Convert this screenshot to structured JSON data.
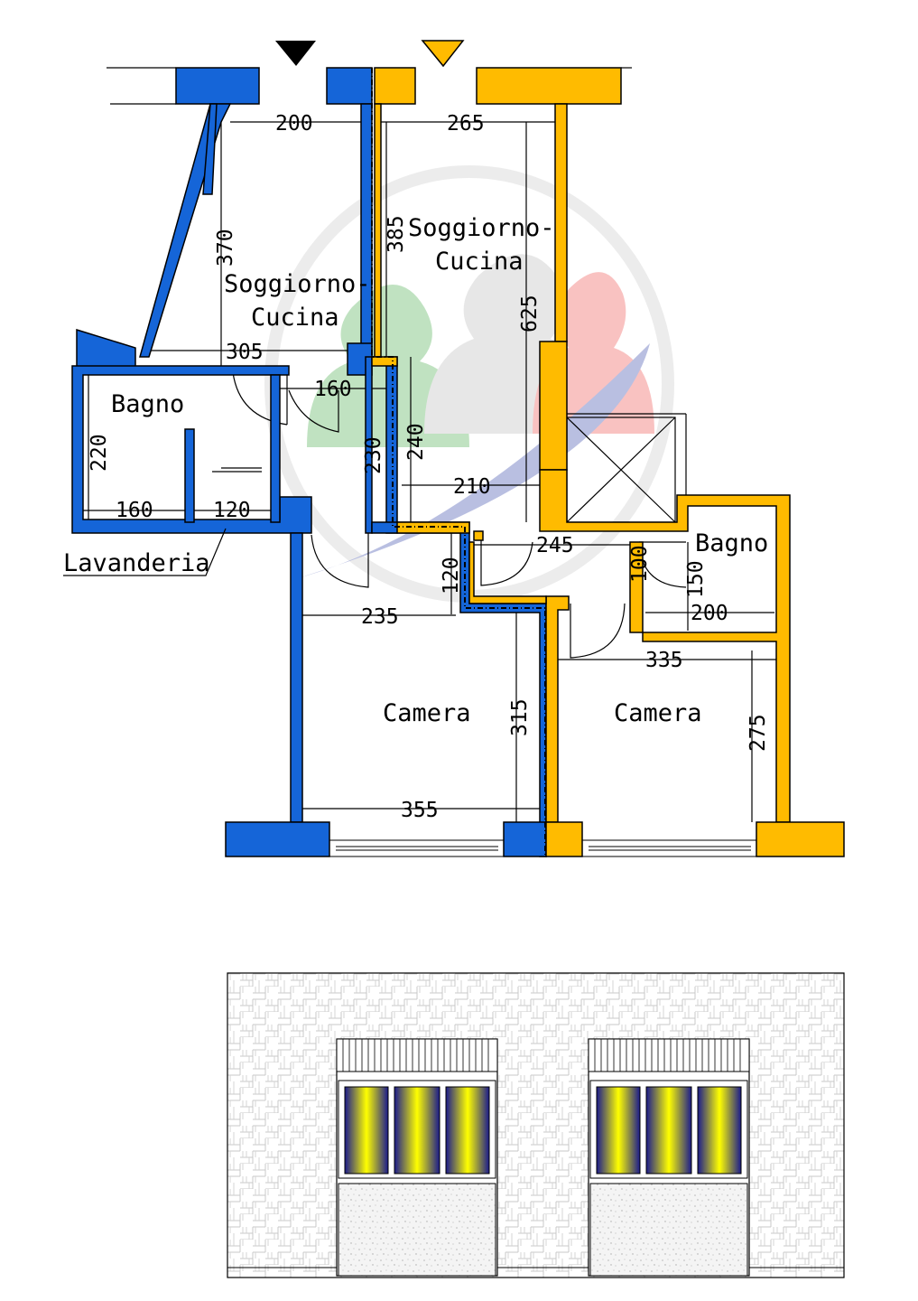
{
  "colors": {
    "left_unit": "#1565d8",
    "right_unit": "#ffbb00",
    "line": "#000000",
    "window_glass_light": "#ffff00",
    "window_glass_dark": "#1a1a8c"
  },
  "icons": {
    "entrance_left": "triangle-down-black",
    "entrance_right": "triangle-down-yellow",
    "stair_shaft": "crossed-square"
  },
  "rooms": {
    "living_left": {
      "line1": "Soggiorno-",
      "line2": "Cucina"
    },
    "living_right": {
      "line1": "Soggiorno-",
      "line2": "Cucina"
    },
    "bath_left": "Bagno",
    "bath_right": "Bagno",
    "laundry": "Lavanderia",
    "bedroom_left": "Camera",
    "bedroom_right": "Camera"
  },
  "dimensions": {
    "d200_top": "200",
    "d265": "265",
    "d370": "370",
    "d385": "385",
    "d625": "625",
    "d305": "305",
    "d160_door": "160",
    "d220": "220",
    "d230": "230",
    "d240": "240",
    "d210": "210",
    "d160_bath": "160",
    "d120_laundry": "120",
    "d245": "245",
    "d100": "100",
    "d150": "150",
    "d200_bath": "200",
    "d120_hall": "120",
    "d235": "235",
    "d335": "335",
    "d315": "315",
    "d275": "275",
    "d355": "355"
  }
}
